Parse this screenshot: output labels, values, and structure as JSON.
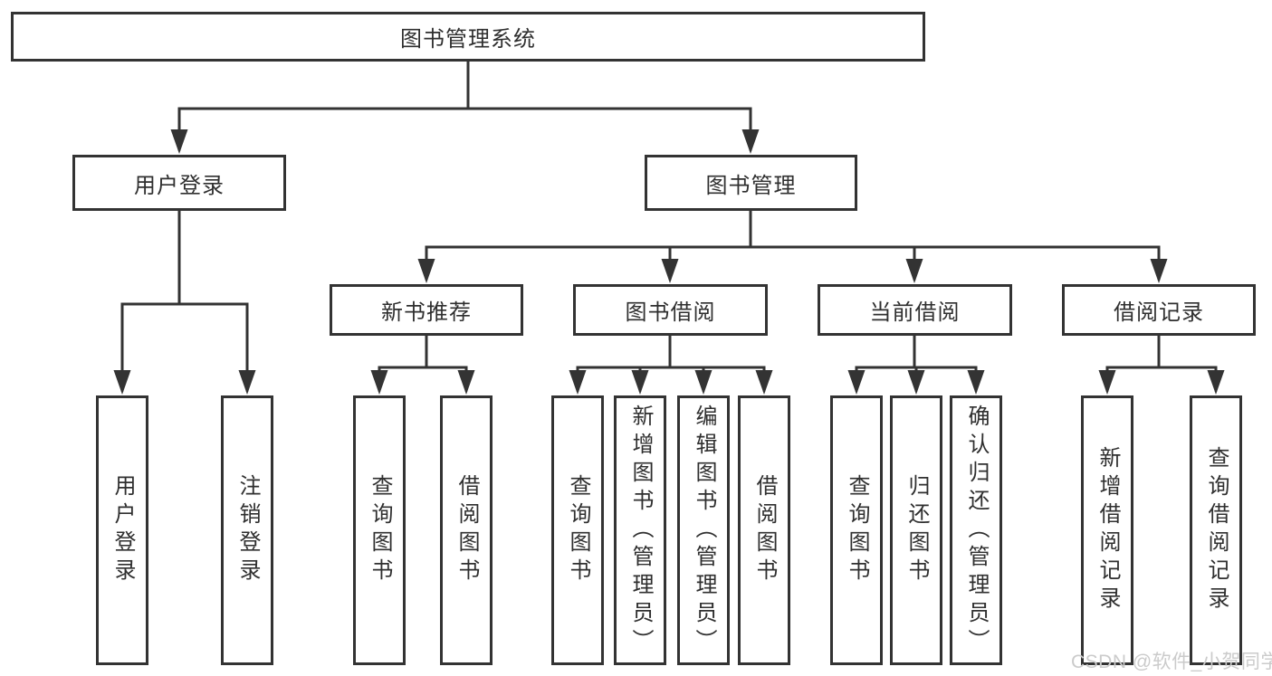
{
  "tree": {
    "title": "图书管理系统",
    "branches": {
      "user": {
        "label": "用户登录",
        "children": [
          {
            "label": "用户登录"
          },
          {
            "label": "注销登录"
          }
        ]
      },
      "management": {
        "label": "图书管理",
        "children": [
          {
            "label": "新书推荐",
            "children": [
              {
                "label": "查询图书"
              },
              {
                "label": "借阅图书"
              }
            ]
          },
          {
            "label": "图书借阅",
            "children": [
              {
                "label": "查询图书"
              },
              {
                "label": "新增图书（管理员）"
              },
              {
                "label": "编辑图书（管理员）"
              },
              {
                "label": "借阅图书"
              }
            ]
          },
          {
            "label": "当前借阅",
            "children": [
              {
                "label": "查询图书"
              },
              {
                "label": "归还图书"
              },
              {
                "label": "确认归还（管理员）"
              }
            ]
          },
          {
            "label": "借阅记录",
            "children": [
              {
                "label": "新增借阅记录"
              },
              {
                "label": "查询借阅记录"
              }
            ]
          }
        ]
      }
    }
  },
  "watermark": "CSDN @软件_小贺同学",
  "colors": {
    "line": "#333333",
    "text": "#2f2f2f",
    "watermark": "#cbcbcb",
    "background": "#ffffff"
  }
}
